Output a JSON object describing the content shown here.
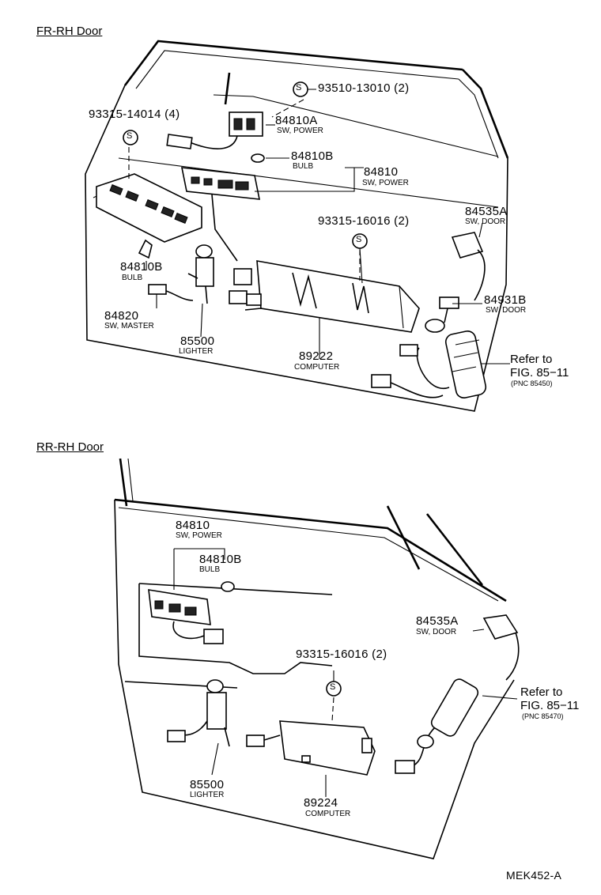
{
  "sections": {
    "front": {
      "title": "FR-RH Door",
      "labels": {
        "screw_13010": "93510-13010 (2)",
        "screw_14014": "93315-14014 (4)",
        "sw_a_num": "84810A",
        "sw_a_sub": "SW, POWER",
        "bulb_b_num": "84810B",
        "bulb_b_sub": "BULB",
        "sw_num": "84810",
        "sw_sub": "SW, POWER",
        "screw_16016": "93315-16016 (2)",
        "door_sw_num": "84535A",
        "door_sw_sub": "SW, DOOR",
        "bulb2_num": "84810B",
        "bulb2_sub": "BULB",
        "door_sw2_num": "84931B",
        "door_sw2_sub": "SW, DOOR",
        "master_num": "84820",
        "master_sub": "SW, MASTER",
        "lighter_num": "85500",
        "lighter_sub": "LIGHTER",
        "computer_num": "89222",
        "computer_sub": "COMPUTER",
        "refer_line1": "Refer to",
        "refer_line2": "FIG. 85−11",
        "refer_pnc": "(PNC 85450)"
      }
    },
    "rear": {
      "title": "RR-RH Door",
      "labels": {
        "sw_num": "84810",
        "sw_sub": "SW, POWER",
        "bulb_num": "84810B",
        "bulb_sub": "BULB",
        "door_sw_num": "84535A",
        "door_sw_sub": "SW, DOOR",
        "screw_16016": "93315-16016 (2)",
        "refer_line1": "Refer to",
        "refer_line2": "FIG. 85−11",
        "refer_pnc": "(PNC 85470)",
        "lighter_num": "85500",
        "lighter_sub": "LIGHTER",
        "computer_num": "89224",
        "computer_sub": "COMPUTER"
      }
    }
  },
  "screw_symbol": "S",
  "footer_code": "MEK452-A"
}
